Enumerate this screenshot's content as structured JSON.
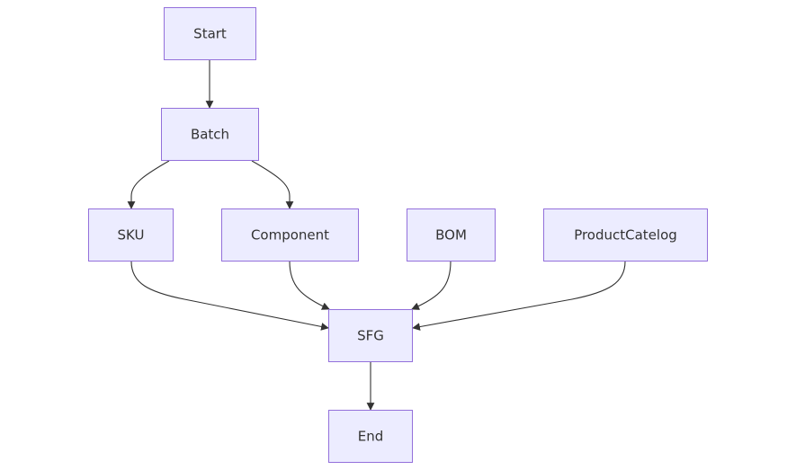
{
  "diagram": {
    "nodes": {
      "start": "Start",
      "batch": "Batch",
      "sku": "SKU",
      "component": "Component",
      "bom": "BOM",
      "product_catalog": "ProductCatelog",
      "sfg": "SFG",
      "end": "End"
    },
    "colors": {
      "node_fill": "#ECECFF",
      "node_stroke": "#9370DB",
      "edge": "#333333",
      "text": "#333333"
    }
  }
}
